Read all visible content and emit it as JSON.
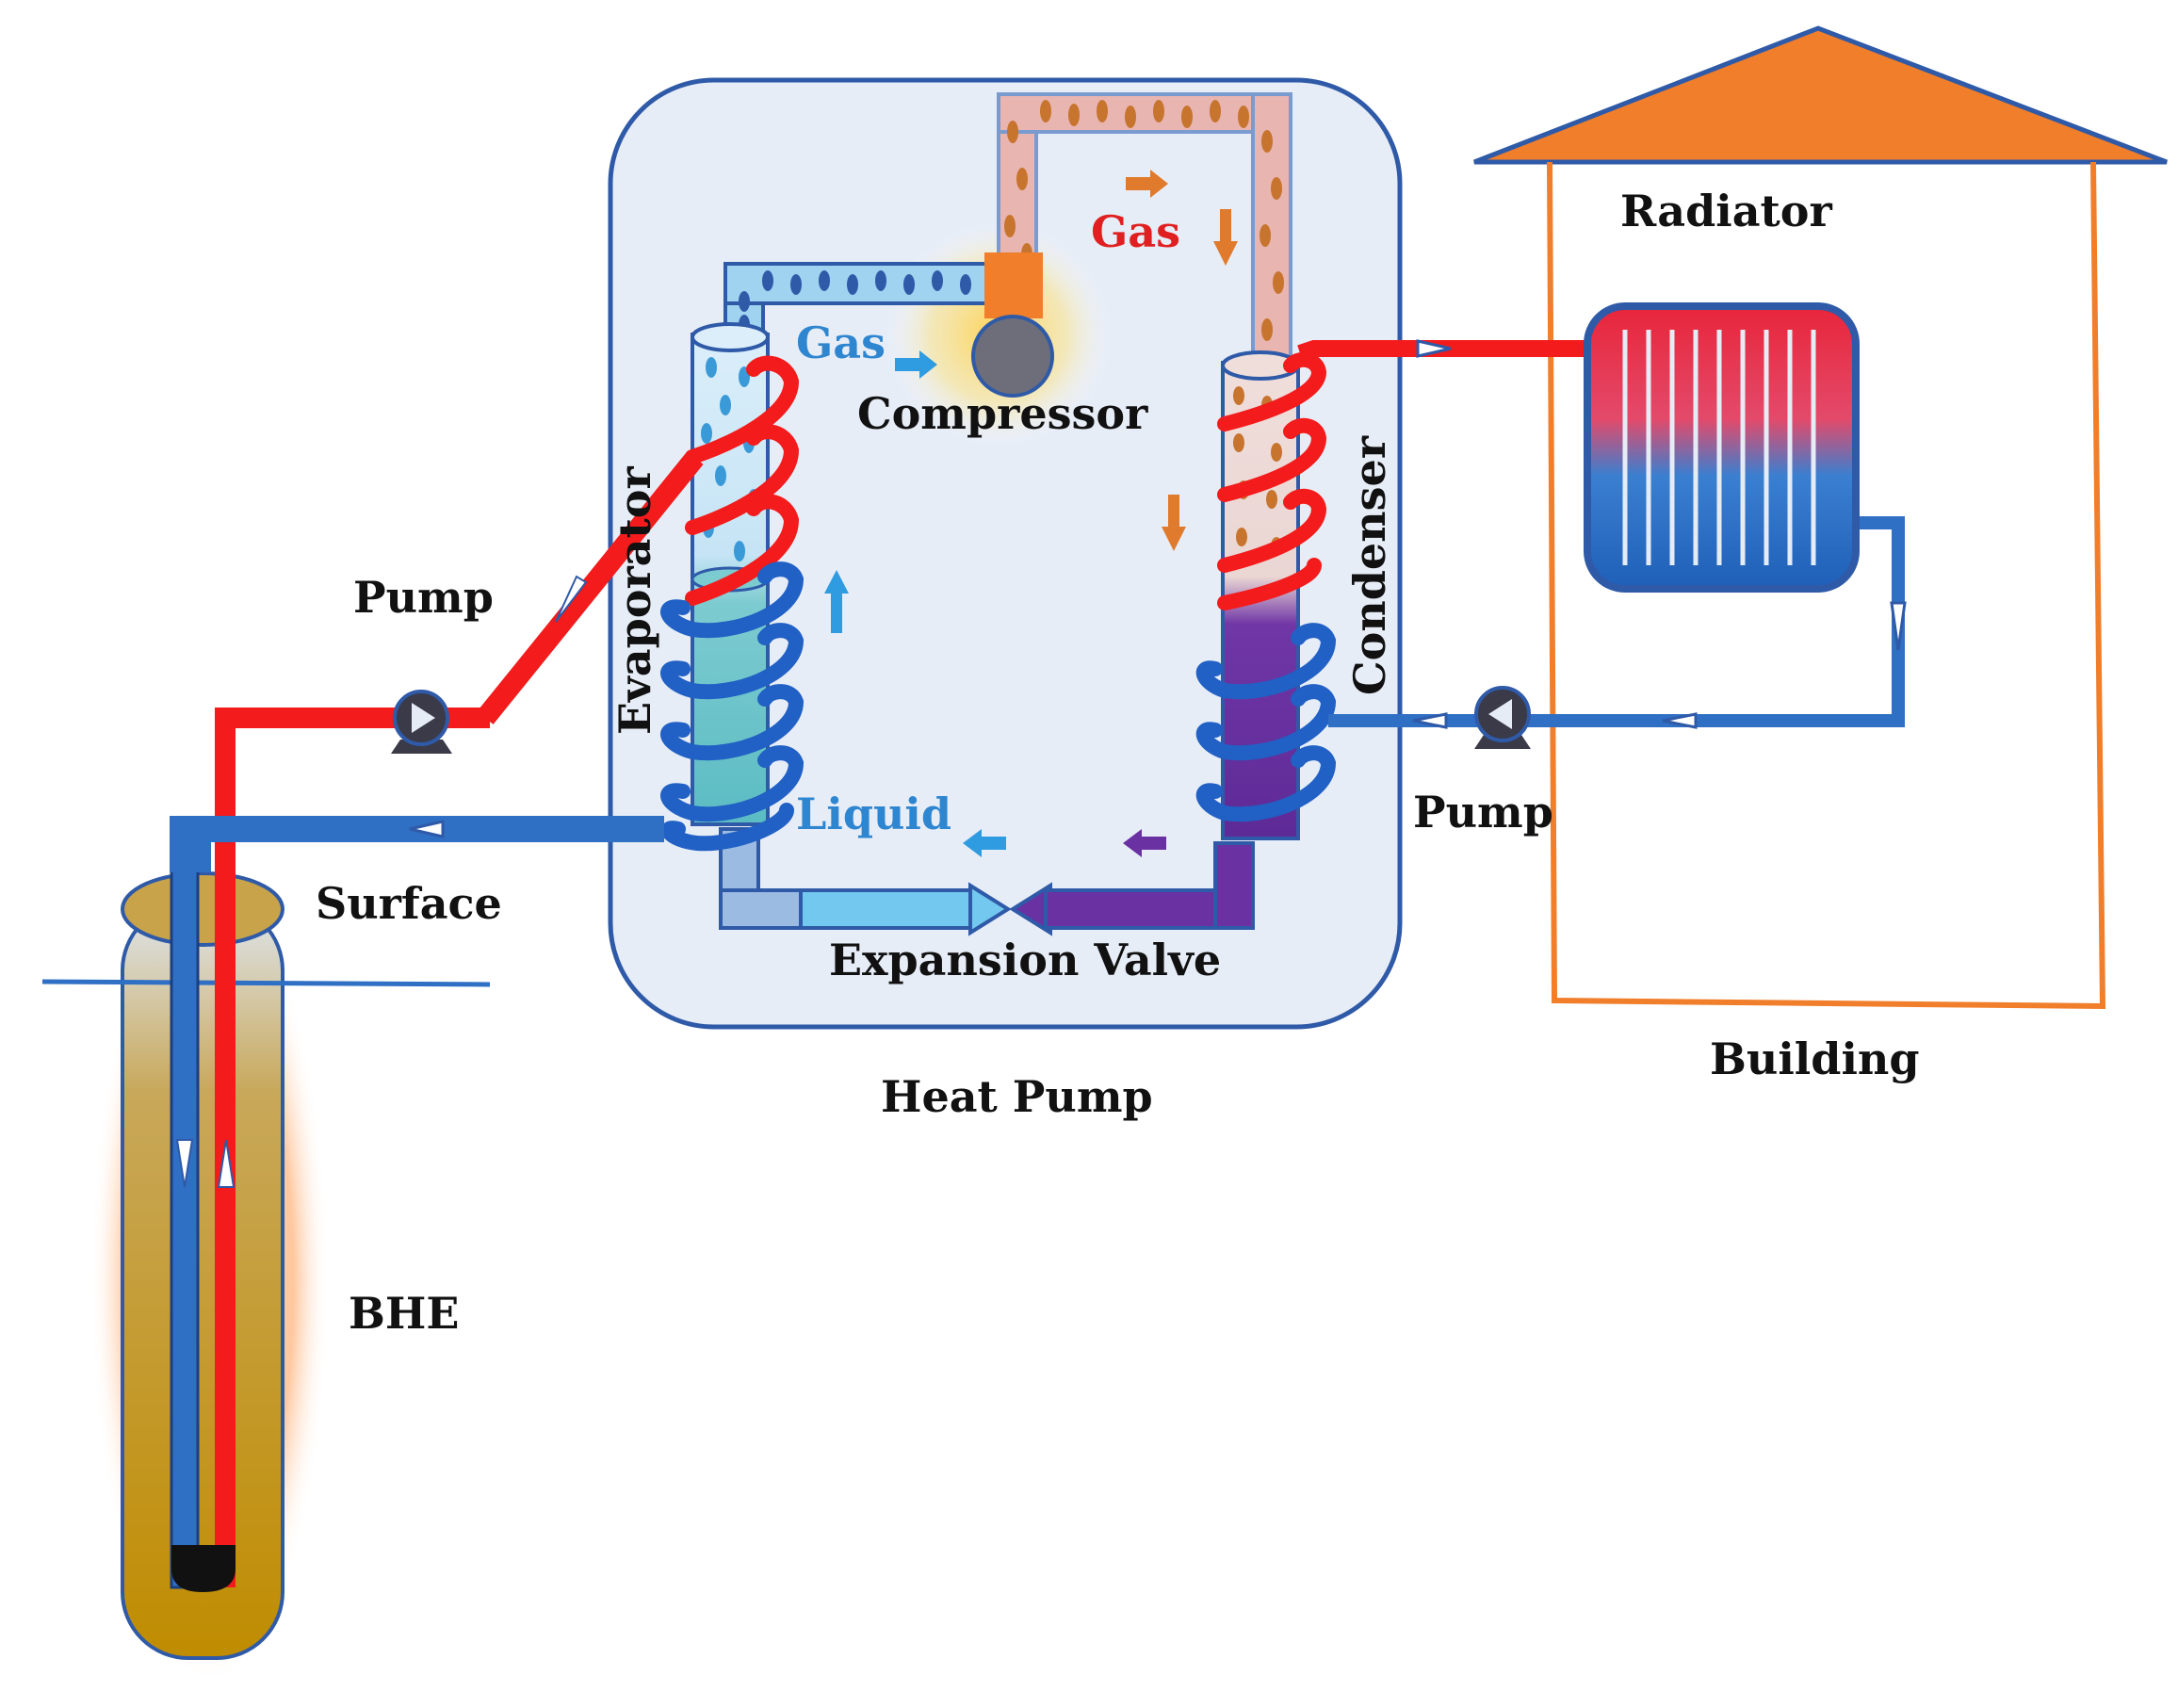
{
  "labels": {
    "radiator": "Radiator",
    "gas_top": "Gas",
    "gas_left": "Gas",
    "compressor": "Compressor",
    "evaporator": "Evaporator",
    "condenser": "Condenser",
    "pump_left": "Pump",
    "pump_right": "Pump",
    "liquid": "Liquid",
    "surface": "Surface",
    "expansion_valve": "Expansion Valve",
    "heat_pump": "Heat Pump",
    "building": "Building",
    "bhe": "BHE"
  },
  "colors": {
    "hot": "#f31b1b",
    "cold": "#2f6fc4",
    "vapor_blue": "#9fd3f0",
    "vapor_pink": "#e9b5b0",
    "refrigerant_purple": "#6a31a3",
    "liquid_teal": "#6fc3c8",
    "building_orange": "#f07e2a",
    "heat_pump_box": "#e7edf7",
    "gas_label_red": "#e02020",
    "liquid_label_blue": "#2f86d0"
  }
}
